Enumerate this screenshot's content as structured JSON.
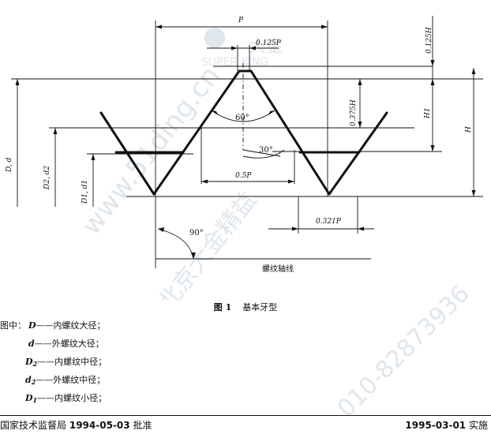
{
  "figure": {
    "labels": {
      "pitch": "P",
      "crest_width": "0.125P",
      "half_pitch": "0.5P",
      "root_width": "0.321P",
      "angle_60": "60°",
      "angle_30": "30°",
      "angle_90": "90°",
      "height_0125": "0.125H",
      "height_0375": "0.375H",
      "height_H1": "H1",
      "height_H": "H",
      "major_dia": "D, d",
      "pitch_dia": "D2, d2",
      "minor_dia": "D1, d1",
      "axis": "螺纹轴线"
    },
    "caption_num": "图 1",
    "caption_text": "基本牙型"
  },
  "legend": {
    "prefix": "图中：",
    "items": [
      {
        "sym": "D",
        "sub": "",
        "dash": "——",
        "desc": "内螺纹大径；"
      },
      {
        "sym": "d",
        "sub": "",
        "dash": "——",
        "desc": "外螺纹大径；"
      },
      {
        "sym": "D",
        "sub": "2",
        "dash": "——",
        "desc": "内螺纹中径；"
      },
      {
        "sym": "d",
        "sub": "2",
        "dash": "——",
        "desc": "外螺纹中径；"
      },
      {
        "sym": "D",
        "sub": "1",
        "dash": "——",
        "desc": "内螺纹小径；"
      }
    ]
  },
  "footer": {
    "left_org": "国家技术监督局",
    "left_date": "1994-05-03",
    "left_action": "批准",
    "right_date": "1995-03-01",
    "right_action": "实施"
  },
  "watermark": {
    "site": "www.51ding.cn",
    "phone": "010-82873936",
    "org": "北京大金精益",
    "brand": "SUPER KING",
    "brand_cn": "大金"
  }
}
